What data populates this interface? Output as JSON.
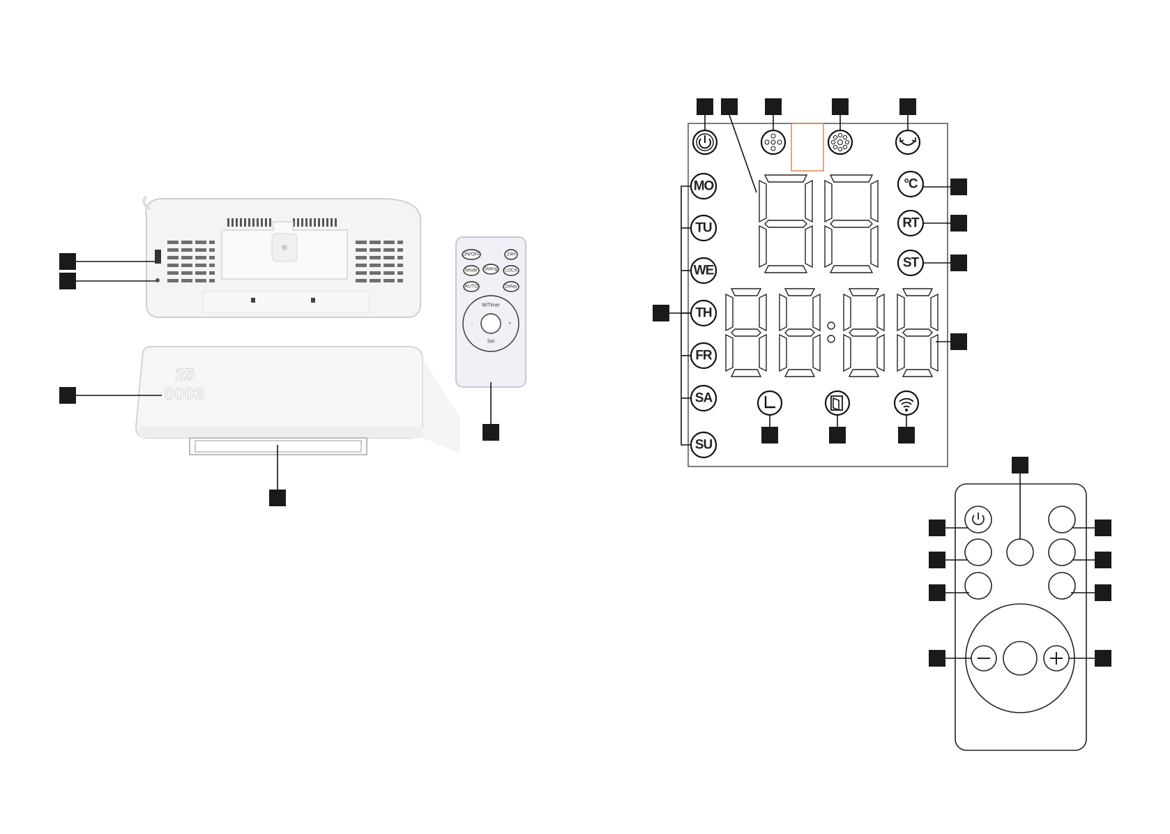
{
  "heater_remote_labels": {
    "on_off": "ON/OFF",
    "h24": "24H",
    "mode": "Mode",
    "swing": "Swing",
    "lock": "LOCK",
    "auto": "AUTO",
    "delay": "Delay",
    "wtimer": "W/Timer",
    "minus": "-",
    "plus": "+",
    "set": "Set"
  },
  "heater_display": {
    "line1": "25",
    "line2": "0003"
  },
  "lcd_days": [
    "MO",
    "TU",
    "WE",
    "TH",
    "FR",
    "SA",
    "SU"
  ],
  "lcd_badges": {
    "celsius": "°C",
    "rt": "RT",
    "st": "ST"
  },
  "colors": {
    "marker": "#1a1a1a",
    "highlight": "#e07b3c"
  }
}
